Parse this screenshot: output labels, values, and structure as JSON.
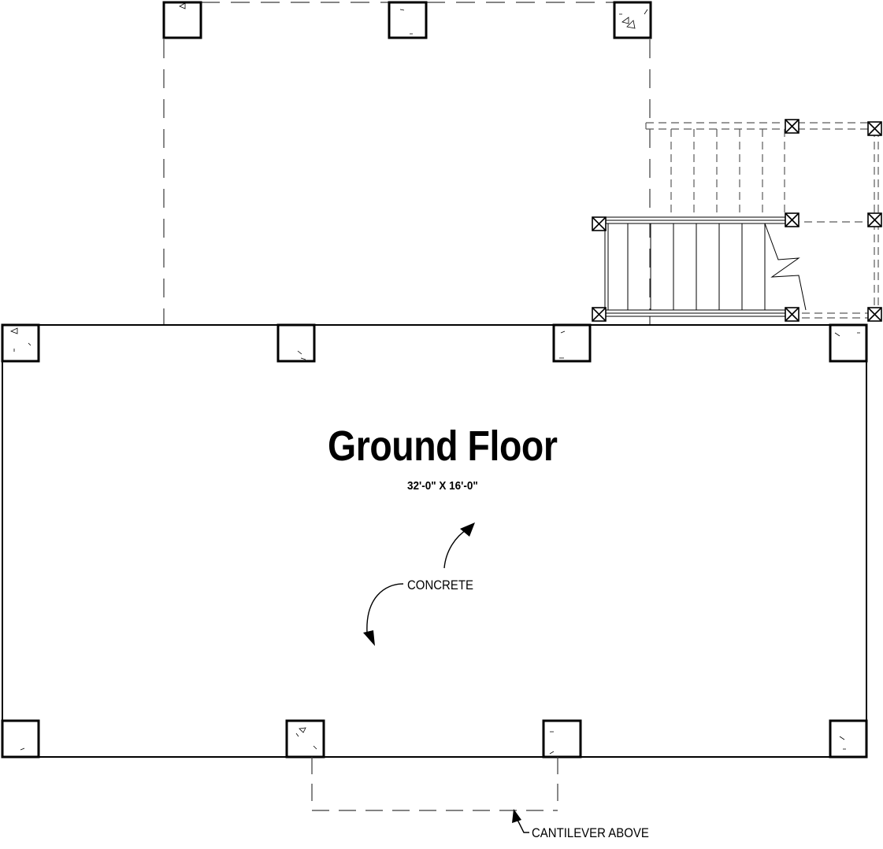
{
  "plan": {
    "title": "Ground Floor",
    "dimensions": "32'-0\" X 16'-0\"",
    "annotations": {
      "floor_material": "CONCRETE",
      "cantilever": "CANTILEVER ABOVE"
    }
  },
  "colors": {
    "line": "#000000",
    "dashed_line": "#3a3a3a",
    "stair_line": "#5a5a5a",
    "background": "#ffffff"
  }
}
